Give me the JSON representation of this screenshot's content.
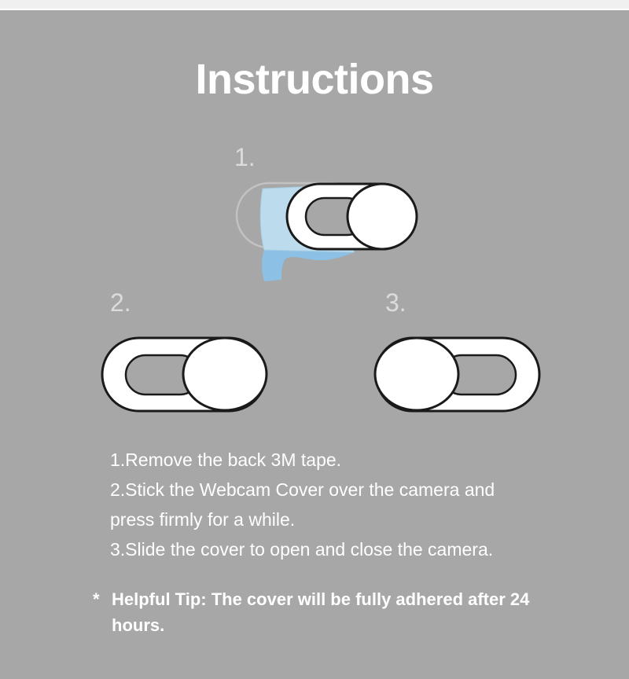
{
  "page": {
    "title": "Instructions",
    "background_color": "#a7a7a7",
    "text_color": "#ffffff",
    "step_number_color": "#dcdcdc",
    "tape_color": "#8cc0e4",
    "tape_highlight_color": "#bcdcee",
    "cover_outline_color": "#1a1a1a",
    "cover_fill_color": "#ffffff",
    "ghost_outline_color": "#c2c2c2"
  },
  "figures": [
    {
      "step_label": "1.",
      "name": "peel-tape-figure",
      "description": "Webcam cover with blue 3M tape being peeled off the back"
    },
    {
      "step_label": "2.",
      "name": "cover-closed-figure",
      "description": "Webcam cover with slider positioned to the right"
    },
    {
      "step_label": "3.",
      "name": "cover-open-figure",
      "description": "Webcam cover with slider positioned to the left"
    }
  ],
  "instructions": [
    "1.Remove the back 3M tape.",
    "2.Stick the Webcam Cover over the camera and",
    "press firmly for a while.",
    "3.Slide the cover to open and close the camera."
  ],
  "tip": {
    "marker": "*",
    "text": "Helpful Tip: The cover will be fully adhered after 24 hours."
  }
}
